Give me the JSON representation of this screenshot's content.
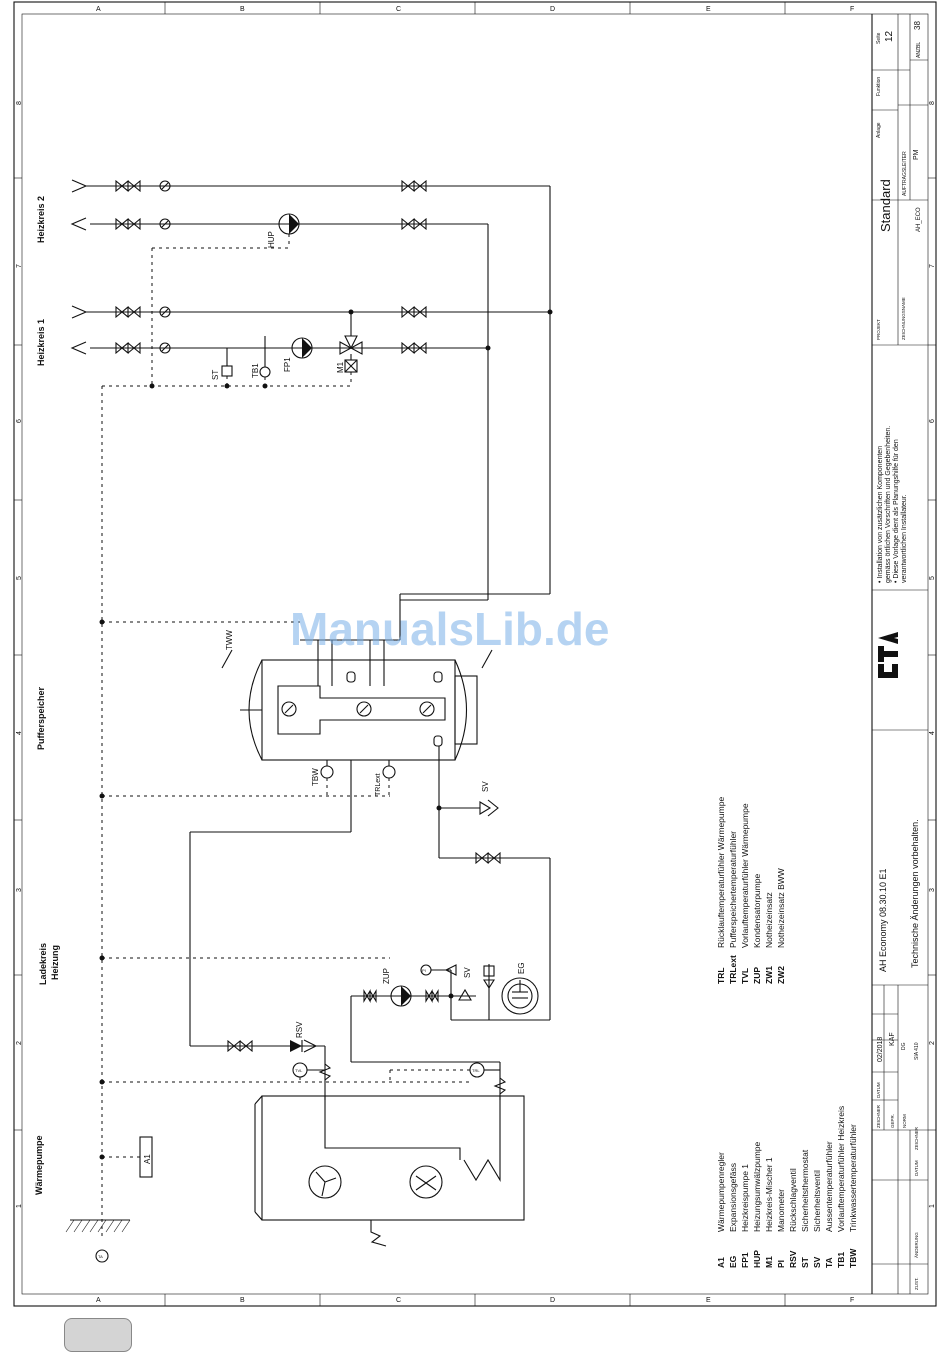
{
  "grid_letters": [
    "A",
    "B",
    "C",
    "D",
    "E",
    "F"
  ],
  "grid_numbers": [
    "1",
    "2",
    "3",
    "4",
    "5",
    "6",
    "7",
    "8"
  ],
  "sections": {
    "waermepumpe": "Wärmepumpe",
    "ladekreis_1": "Ladekreis",
    "ladekreis_2": "Heizung",
    "pufferspeicher": "Pufferspeicher",
    "heizkreis1": "Heizkreis 1",
    "heizkreis2": "Heizkreis 2"
  },
  "components": {
    "HUP": "HUP",
    "FP1": "FP1",
    "M1": "M1",
    "ST": "ST",
    "TB1": "TB1",
    "TWW": "TWW",
    "TBW": "TBW",
    "TRLext": "TRLext",
    "SV": "SV",
    "ZUP": "ZUP",
    "EG": "EG",
    "RSV": "RSV",
    "A1": "A1",
    "TA": "TA",
    "TVL": "TVL",
    "TRL": "TRL",
    "PI": "PI"
  },
  "legend_left": [
    {
      "code": "A1",
      "text": "Wärmepumpenregler"
    },
    {
      "code": "EG",
      "text": "Expansionsgefäss"
    },
    {
      "code": "FP1",
      "text": "Heizkreispumpe 1"
    },
    {
      "code": "HUP",
      "text": "Heizungsumwälzpumpe"
    },
    {
      "code": "M1",
      "text": "Heizkreis-Mischer 1"
    },
    {
      "code": "PI",
      "text": "Manometer"
    },
    {
      "code": "RSV",
      "text": "Rückschlagventil"
    },
    {
      "code": "ST",
      "text": "Sicherheitsthermostat"
    },
    {
      "code": "SV",
      "text": "Sicherheitsventil"
    },
    {
      "code": "TA",
      "text": "Aussentemperaturfühler"
    },
    {
      "code": "TB1",
      "text": "Vorlauftemperaturfühler Heizkreis"
    },
    {
      "code": "TBW",
      "text": "Trinkwassertemperaturfühler"
    }
  ],
  "legend_right": [
    {
      "code": "TRL",
      "text": "Rücklauftemperaturfühler Wärmepumpe"
    },
    {
      "code": "TRLext",
      "text": "Pufferspeichertemperaturfühler"
    },
    {
      "code": "TVL",
      "text": "Vorlauftemperaturfühler Wärmepumpe"
    },
    {
      "code": "ZUP",
      "text": "Kondensatorpumpe"
    },
    {
      "code": "ZW1",
      "text": "Notheizeinsatz"
    },
    {
      "code": "ZW2",
      "text": "Notheizeinsatz BWW"
    }
  ],
  "title_block": {
    "drawing_no": "AH Economy 08.30.10 E1",
    "rights": "Technische Änderungen vorbehalten.",
    "notes": [
      "• Installation von zusätzlichen Komponenten",
      "gemäss örtlichen Vorschriften und Gegebenheiten.",
      "• Diese Vorlage dient als Planungshilfe für den",
      "verantwortlichen Installateur."
    ],
    "projekt_label": "PROJEKT",
    "zeichnungsname_label": "ZEICHNUNGSNAME",
    "standard": "Standard",
    "code": "AH_ECO",
    "anlage": "Anlage",
    "funktion": "Funktion",
    "seite": "Seite",
    "seite_no": "12",
    "auftragsleiter": "AUFTRAGSLEITER",
    "pm": "PM",
    "anzbl": "ANZBL",
    "anzbl_no": "38",
    "datum_label": "DATUM",
    "datum": "02/2018",
    "zeichner_label": "ZEICHNER",
    "zeichner": "KAF",
    "gepr_label": "GEPR.",
    "gepr": "DG",
    "norm_label": "NORM",
    "norm": "SIA 410",
    "zust": "ZUST.",
    "aenderung": "ÄNDERUNG",
    "datum2": "DATUM",
    "zeichner2": "ZEICHNER"
  },
  "watermark": "ManualsLib.de"
}
